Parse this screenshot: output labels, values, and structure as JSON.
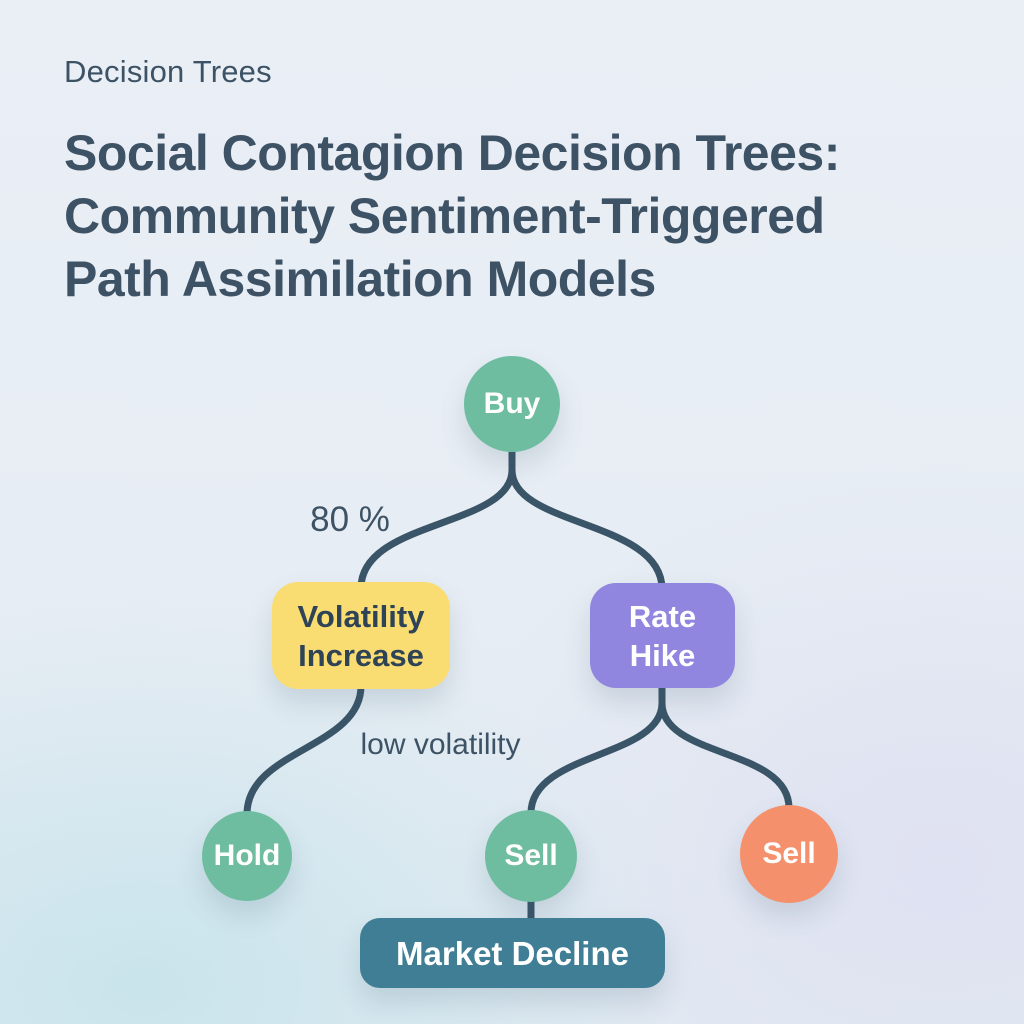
{
  "eyebrow": "Decision Trees",
  "title": {
    "full": "Social Contagion Decision Trees: Community Sentiment-Triggered Path Assimilation Models",
    "lines": [
      "Social Contagion Decision Trees:",
      "Community Sentiment-Triggered",
      "Path Assimilation Models"
    ]
  },
  "tree": {
    "nodes": {
      "buy": "Buy",
      "volatility_increase": "Volatility Increase",
      "rate_hike": "Rate Hike",
      "hold": "Hold",
      "sell_mid": "Sell",
      "sell_right": "Sell",
      "market_decline": "Market Decline"
    },
    "edge_labels": {
      "buy_to_volatility": "80 %",
      "rate_hike_to_sell": "low volatility"
    }
  },
  "colors": {
    "text": "#3d5365",
    "title": "#3e5265",
    "edge": "#3a5568",
    "green": "#6fbda0",
    "yellow": "#f9dd73",
    "purple": "#9086e0",
    "orange": "#f4906c",
    "teal": "#3f7e95",
    "dark": "#2e4355"
  }
}
